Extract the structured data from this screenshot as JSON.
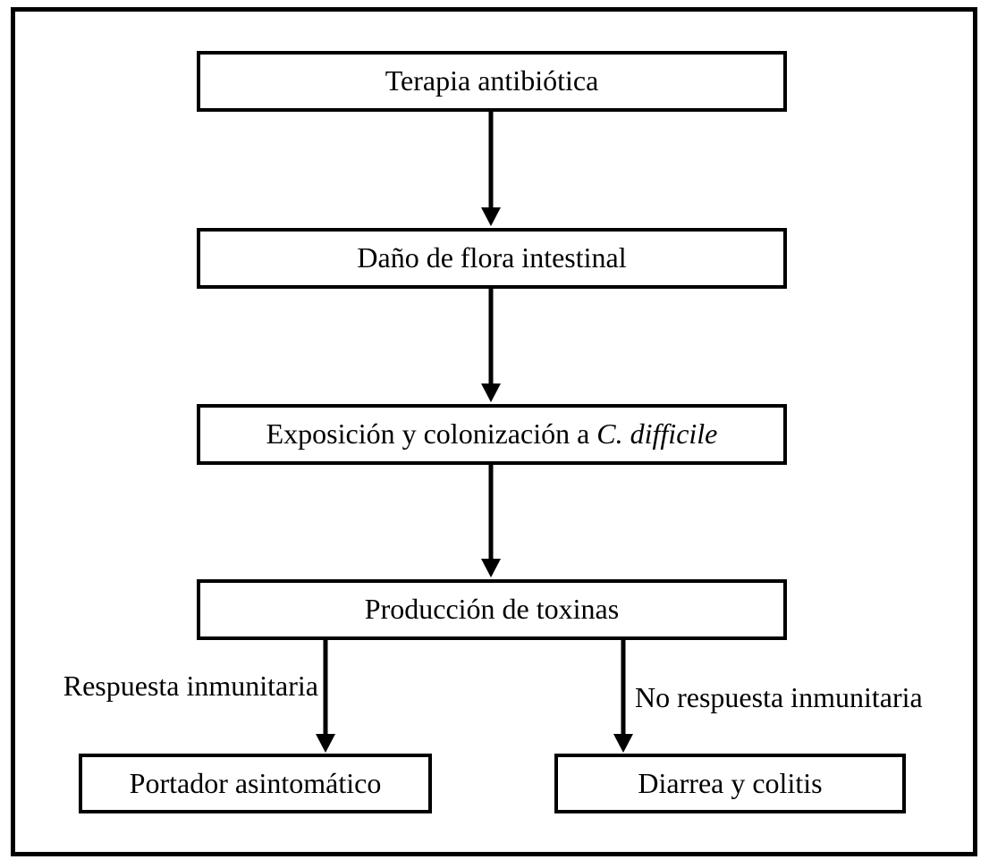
{
  "diagram": {
    "nodes": [
      {
        "id": "terapia-antibiotica",
        "label": "Terapia antibiótica"
      },
      {
        "id": "dano-flora-intestinal",
        "label": "Daño de flora intestinal"
      },
      {
        "id": "exposicion-colonizacion",
        "label_prefix": "Exposición y colonización a",
        "label_italic": "C. difficile"
      },
      {
        "id": "produccion-toxinas",
        "label": "Producción de toxinas"
      },
      {
        "id": "portador-asintomatico",
        "label": "Portador asintomático"
      },
      {
        "id": "diarrea-colitis",
        "label": "Diarrea y colitis"
      }
    ],
    "branch_labels": {
      "left": "Respuesta inmunitaria",
      "right": "No respuesta inmunitaria"
    },
    "colors": {
      "line": "#000000",
      "background": "#ffffff",
      "text": "#000000"
    }
  }
}
